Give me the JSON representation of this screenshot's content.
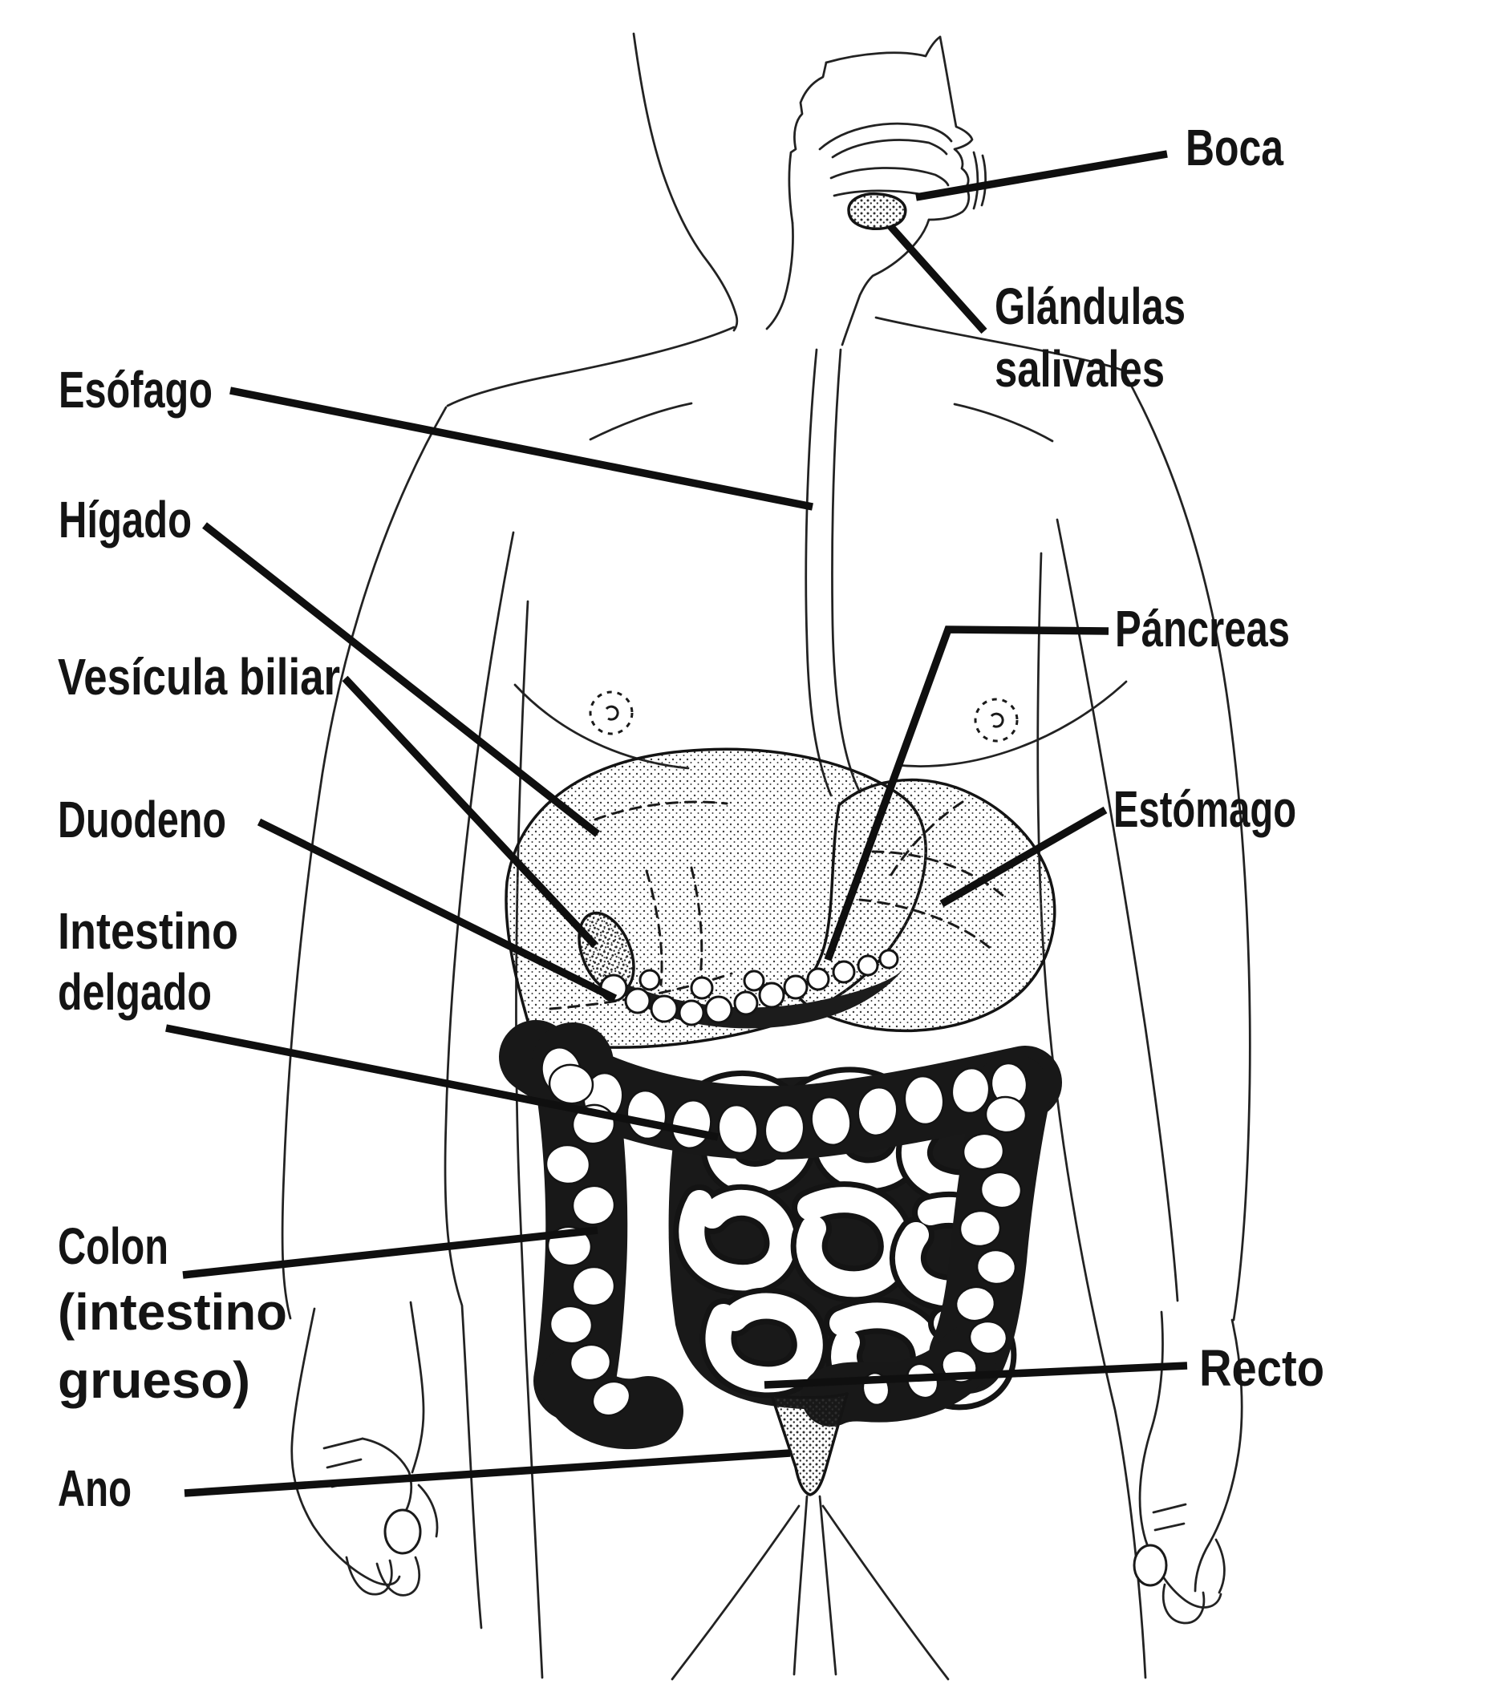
{
  "figure": {
    "type": "anatomical-line-diagram",
    "subject": "Sistema digestivo humano",
    "language": "es",
    "ink_color": "#141414",
    "background_color": "#ffffff"
  },
  "labels": {
    "boca": "Boca",
    "glandulas_line1": "Glándulas",
    "glandulas_line2": "salivales",
    "esofago": "Esófago",
    "higado": "Hígado",
    "vesicula": "Vesícula biliar",
    "duodeno": "Duodeno",
    "intestino_line1": "Intestino",
    "intestino_line2": "delgado",
    "colon_line1": "Colon",
    "colon_line2": "(intestino",
    "colon_line3": "grueso)",
    "ano": "Ano",
    "pancreas": "Páncreas",
    "estomago": "Estómago",
    "recto": "Recto"
  }
}
